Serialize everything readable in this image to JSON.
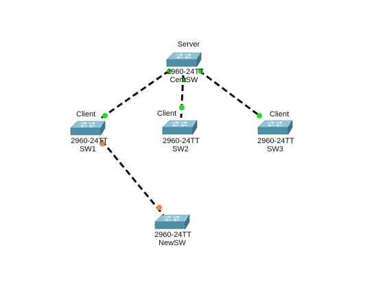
{
  "colors": {
    "background": "#ffffff",
    "link": "#111111",
    "port_up": "#22dd22",
    "port_pending": "#ee8844",
    "switch_top": "#8fc4d4",
    "switch_front": "#4e8fa8",
    "switch_side": "#3d7488"
  },
  "devices": {
    "centsw": {
      "role": "Server",
      "model": "2960-24TT",
      "name": "CentSW"
    },
    "sw1": {
      "role": "Client",
      "model": "2960-24TT",
      "name": "SW1"
    },
    "sw2": {
      "role": "Client",
      "model": "2960-24TT",
      "name": "SW2"
    },
    "sw3": {
      "role": "Client",
      "model": "2960-24TT",
      "name": "SW3"
    },
    "newsw": {
      "model": "2960-24TT",
      "name": "NewSW"
    }
  },
  "links": [
    {
      "from": "centsw",
      "to": "sw1",
      "style": "dashed",
      "status": [
        "up",
        "up"
      ]
    },
    {
      "from": "centsw",
      "to": "sw2",
      "style": "dashed",
      "status": [
        "up",
        "up"
      ]
    },
    {
      "from": "centsw",
      "to": "sw3",
      "style": "dashed",
      "status": [
        "up",
        "up"
      ]
    },
    {
      "from": "sw1",
      "to": "newsw",
      "style": "dashed",
      "status": [
        "pending",
        "pending"
      ]
    }
  ]
}
